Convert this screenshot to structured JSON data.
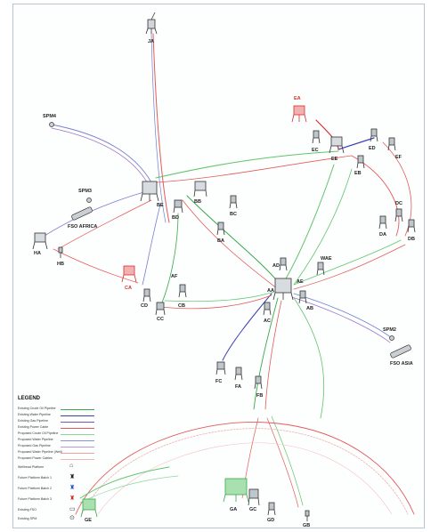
{
  "platforms": [
    {
      "id": "JA"
    },
    {
      "id": "EA",
      "proposed": true
    },
    {
      "id": "EB"
    },
    {
      "id": "EC"
    },
    {
      "id": "ED"
    },
    {
      "id": "EE"
    },
    {
      "id": "EF"
    },
    {
      "id": "BA"
    },
    {
      "id": "BB"
    },
    {
      "id": "BC"
    },
    {
      "id": "BD"
    },
    {
      "id": "BE"
    },
    {
      "id": "DA"
    },
    {
      "id": "DB"
    },
    {
      "id": "DC"
    },
    {
      "id": "CA",
      "proposed": true
    },
    {
      "id": "CB"
    },
    {
      "id": "CC"
    },
    {
      "id": "CD"
    },
    {
      "id": "AA"
    },
    {
      "id": "AB"
    },
    {
      "id": "AC"
    },
    {
      "id": "AD"
    },
    {
      "id": "AE"
    },
    {
      "id": "AF"
    },
    {
      "id": "FA"
    },
    {
      "id": "FB"
    },
    {
      "id": "FC"
    },
    {
      "id": "GA",
      "proposed": true
    },
    {
      "id": "GB"
    },
    {
      "id": "GC"
    },
    {
      "id": "GD"
    },
    {
      "id": "GE"
    },
    {
      "id": "HA"
    },
    {
      "id": "HB"
    },
    {
      "id": "WAE"
    }
  ],
  "features": [
    {
      "id": "SPM4"
    },
    {
      "id": "SPM3"
    },
    {
      "id": "SPM2"
    },
    {
      "id": "FSO AFRICA"
    },
    {
      "id": "FSO ASIA"
    }
  ],
  "legend": {
    "title": "LEGEND",
    "rows": [
      {
        "label": "Existing Crude Oil Pipeline",
        "color": "#3aa84a"
      },
      {
        "label": "Existing Water Pipeline",
        "color": "#3b3fb0"
      },
      {
        "label": "Existing Gas Pipeline",
        "color": "#7a55b5"
      },
      {
        "label": "Existing Power Cable",
        "color": "#e45a5a"
      },
      {
        "label": "Proposed Crude Oil Pipeline",
        "color": "#8fd49a"
      },
      {
        "label": "Proposed Water Pipeline",
        "color": "#8c8fe0"
      },
      {
        "label": "Proposed Gas Pipeline",
        "color": "#b79be0"
      },
      {
        "label": "Proposed Water Pipeline (Well)",
        "color": "#f0a0a0"
      },
      {
        "label": "Proposed Power Cables",
        "color": "#f3b6b6"
      },
      {
        "label": "Wellhead Platform",
        "color": "#333333"
      },
      {
        "label": "Future Platform Batch 1",
        "color": "#222222"
      },
      {
        "label": "Future Platform Batch 2",
        "color": "#2a55c0"
      },
      {
        "label": "Future Platform Batch 3",
        "color": "#d23030"
      },
      {
        "label": "Existing FSO",
        "color": "#555555"
      },
      {
        "label": "Existing SPM",
        "color": "#555555"
      }
    ]
  },
  "colors": {
    "crude": "#3aa84a",
    "water": "#3b3fb0",
    "gas": "#7a55b5",
    "power": "#e45a5a",
    "power_light": "#f0b0b0",
    "proposed_green": "#62c46c"
  }
}
